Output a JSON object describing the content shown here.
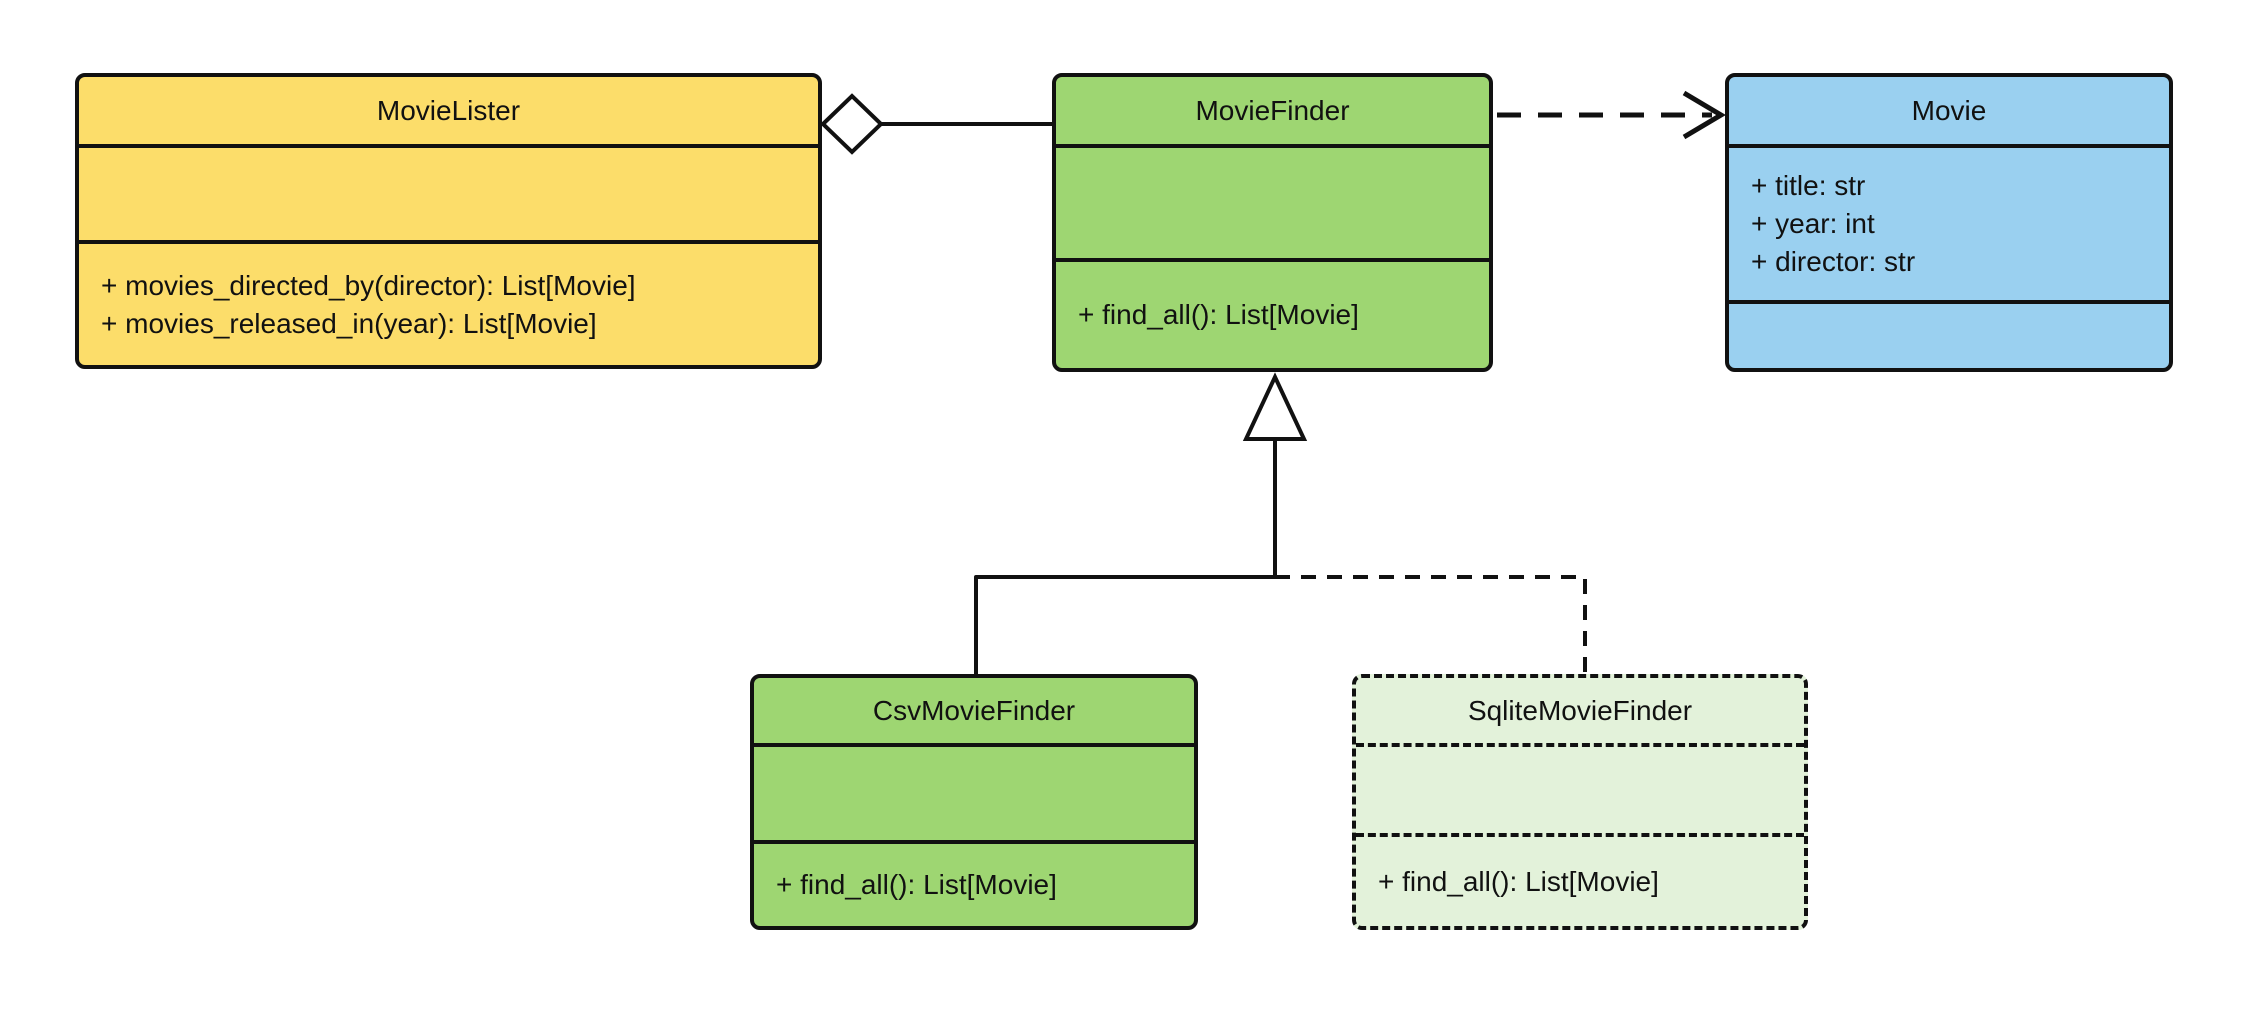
{
  "diagram": {
    "type": "uml-class-diagram",
    "background": "#ffffff",
    "stroke": "#111111"
  },
  "classes": {
    "movie_lister": {
      "name": "MovieLister",
      "attributes": [],
      "methods": [
        "+ movies_directed_by(director): List[Movie]",
        "+ movies_released_in(year): List[Movie]"
      ],
      "fill": "#FCDD6A",
      "border_style": "solid"
    },
    "movie_finder": {
      "name": "MovieFinder",
      "attributes": [],
      "methods": [
        "+ find_all(): List[Movie]"
      ],
      "fill": "#9ED672",
      "border_style": "solid"
    },
    "movie": {
      "name": "Movie",
      "attributes": [
        "+ title: str",
        "+ year: int",
        "+ director: str"
      ],
      "methods": [],
      "fill": "#9AD0F0",
      "border_style": "solid"
    },
    "csv_movie_finder": {
      "name": "CsvMovieFinder",
      "attributes": [],
      "methods": [
        "+ find_all(): List[Movie]"
      ],
      "fill": "#9ED672",
      "border_style": "solid"
    },
    "sqlite_movie_finder": {
      "name": "SqliteMovieFinder",
      "attributes": [],
      "methods": [
        "+ find_all(): List[Movie]"
      ],
      "fill": "#E3F2DA",
      "border_style": "dashed"
    }
  },
  "relationships": [
    {
      "type": "aggregation",
      "from": "MovieLister",
      "to": "MovieFinder",
      "line": "solid",
      "marker": "hollow-diamond"
    },
    {
      "type": "dependency",
      "from": "MovieFinder",
      "to": "Movie",
      "line": "dashed",
      "marker": "open-arrow"
    },
    {
      "type": "inheritance",
      "from": "CsvMovieFinder",
      "to": "MovieFinder",
      "line": "solid",
      "marker": "hollow-triangle"
    },
    {
      "type": "inheritance",
      "from": "SqliteMovieFinder",
      "to": "MovieFinder",
      "line": "dashed",
      "marker": "hollow-triangle"
    }
  ]
}
